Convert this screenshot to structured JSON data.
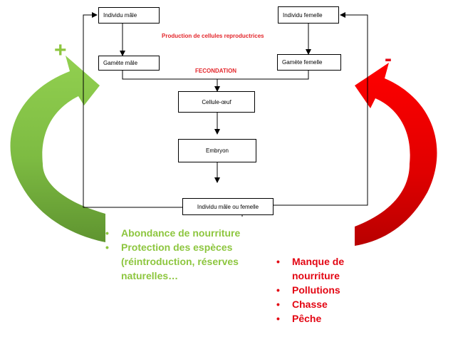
{
  "diagram": {
    "boxes": {
      "male_individual": "Individu mâle",
      "female_individual": "Individu femelle",
      "male_gamete": "Gamète mâle",
      "female_gamete": "Gamète femelle",
      "egg_cell": "Cellule-œuf",
      "embryo": "Embryon",
      "offspring": "Individu mâle ou femelle"
    },
    "labels": {
      "production": "Production de cellules reproductrices",
      "fecondation": "FECONDATION"
    }
  },
  "positive": {
    "sign": "+",
    "color": "#8dc63f",
    "items": [
      "Abondance de nourriture",
      "Protection des espèces (réintroduction, réserves naturelles…"
    ]
  },
  "negative": {
    "sign": "-",
    "color": "#e30613",
    "items": [
      "Manque de nourriture",
      "Pollutions",
      "Chasse",
      "Pêche"
    ]
  }
}
